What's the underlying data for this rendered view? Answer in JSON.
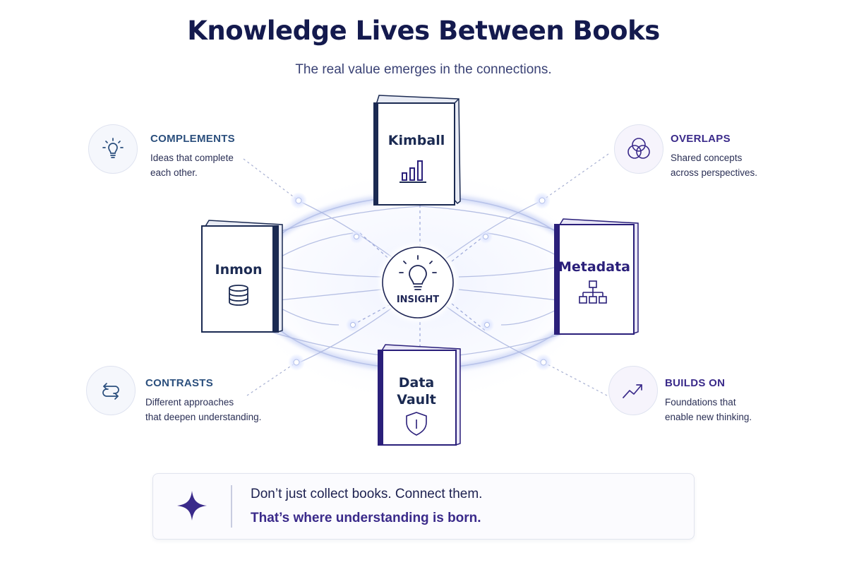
{
  "header": {
    "title": "Knowledge Lives Between Books",
    "subtitle": "The real value emerges in the connections."
  },
  "center": {
    "label": "INSIGHT",
    "icon": "lightbulb-icon"
  },
  "books": {
    "kimball": {
      "label": "Kimball",
      "icon": "bar-chart-icon"
    },
    "inmon": {
      "label": "Inmon",
      "icon": "database-icon"
    },
    "metadata": {
      "label": "Metadata",
      "icon": "hierarchy-icon"
    },
    "data_vault": {
      "label_line1": "Data",
      "label_line2": "Vault",
      "icon": "shield-icon"
    }
  },
  "callouts": {
    "complements": {
      "heading": "COMPLEMENTS",
      "desc_line1": "Ideas that complete",
      "desc_line2": "each other.",
      "icon": "lightbulb-icon"
    },
    "overlaps": {
      "heading": "OVERLAPS",
      "desc_line1": "Shared concepts",
      "desc_line2": "across perspectives.",
      "icon": "venn-icon"
    },
    "contrasts": {
      "heading": "CONTRASTS",
      "desc_line1": "Different approaches",
      "desc_line2": "that deepen understanding.",
      "icon": "swap-arrows-icon"
    },
    "builds_on": {
      "heading": "BUILDS ON",
      "desc_line1": "Foundations that",
      "desc_line2": "enable new thinking.",
      "icon": "trend-up-icon"
    }
  },
  "footer": {
    "line1": "Don’t just collect books. Connect them.",
    "line2": "That’s where understanding is born.",
    "icon": "sparkle-icon"
  },
  "colors": {
    "navy": "#141a4e",
    "blue": "#2b4f7d",
    "purple": "#3a2a8a",
    "glow": "#c9d3f5"
  }
}
